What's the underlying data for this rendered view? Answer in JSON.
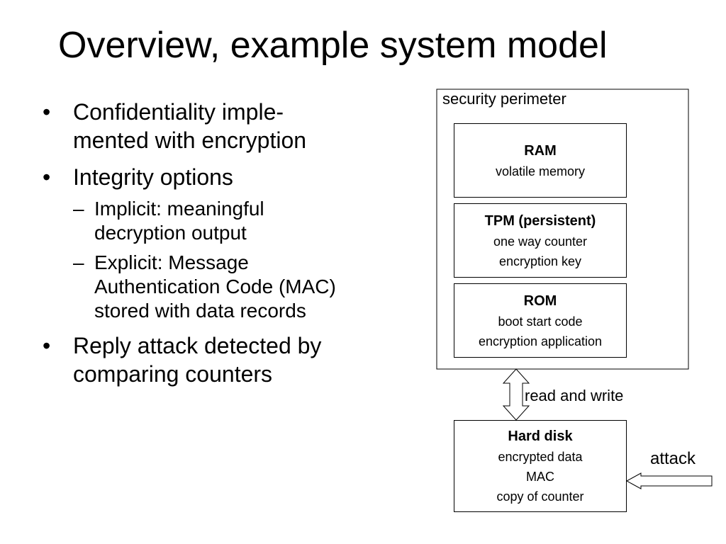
{
  "title": "Overview, example system model",
  "bullets": [
    {
      "text": "Confidentiality imple- mented with encryption",
      "lines": [
        "Confidentiality imple-",
        "mented with encryption"
      ]
    },
    {
      "text": "Integrity options",
      "sub": [
        {
          "lines": [
            "Implicit: meaningful",
            "decryption output"
          ]
        },
        {
          "lines": [
            "Explicit: Message",
            "Authentication Code (MAC)",
            "stored with data records"
          ]
        }
      ]
    },
    {
      "lines": [
        "Reply attack detected by",
        "comparing counters"
      ]
    }
  ],
  "markers": {
    "bullet": "•",
    "sub": "–"
  },
  "diagram": {
    "perimeter_label": "security perimeter",
    "ram": {
      "title": "RAM",
      "lines": [
        "volatile memory"
      ]
    },
    "tpm": {
      "title": "TPM (persistent)",
      "lines": [
        "one way counter",
        "encryption key"
      ]
    },
    "rom": {
      "title": "ROM",
      "lines": [
        "boot start code",
        "encryption application"
      ]
    },
    "disk": {
      "title": "Hard disk",
      "lines": [
        "encrypted data",
        "MAC",
        "copy of counter"
      ]
    },
    "connector_label": "read and write",
    "attack_label": "attack"
  }
}
